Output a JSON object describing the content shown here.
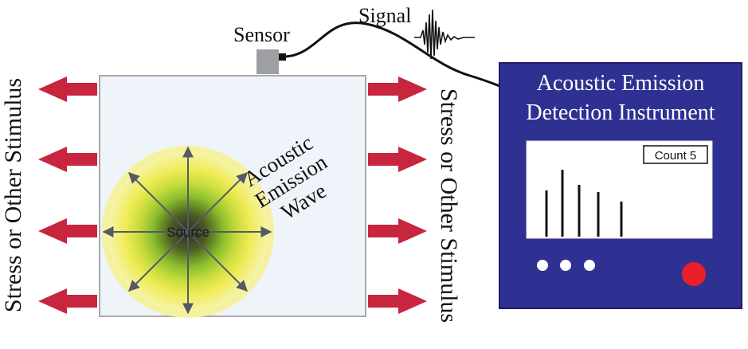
{
  "labels": {
    "stress_left": "Stress or Other Stimulus",
    "stress_right": "Stress or Other Stimulus",
    "sensor": "Sensor",
    "signal": "Signal",
    "source": "Source",
    "wave_line1": "Acoustic",
    "wave_line2": "Emission",
    "wave_line3": "Wave"
  },
  "instrument": {
    "title_line1": "Acoustic Emission",
    "title_line2": "Detection Instrument",
    "count_label": "Count 5",
    "hit_count": 5,
    "button_count": 3
  },
  "colors": {
    "stress_arrow": "#c8253e",
    "instrument_panel": "#2e3191",
    "instrument_screen": "#ffffff",
    "indicator_light": "#e8202a",
    "specimen_fill": "#eef4fa",
    "specimen_border": "#a7a9ac",
    "sensor_body": "#9d9fa2",
    "wave_center": "#2b2b2b",
    "wave_inner": "#8bbf2c",
    "wave_outer": "#f0ee5a",
    "wave_arrow": "#555a66"
  }
}
